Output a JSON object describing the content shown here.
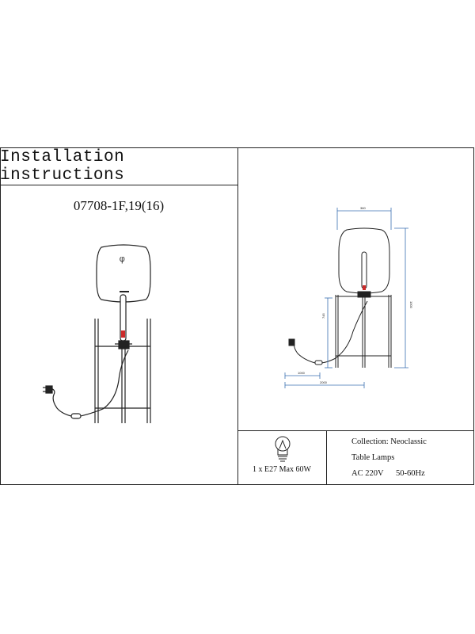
{
  "header": {
    "title": "Installation instructions"
  },
  "product": {
    "model_code": "07708-1F,19(16)"
  },
  "dimensions": {
    "shade_width": "360",
    "total_height": "1000",
    "frame_height": "745",
    "cable_short": "1000",
    "cable_long": "2000"
  },
  "spec": {
    "bulb": "1 x E27 Max 60W"
  },
  "info": {
    "collection": "Collection: Neoclassic",
    "category": "Table Lamps",
    "voltage": "AC 220V",
    "frequency": "50-60Hz"
  },
  "colors": {
    "line": "#222222",
    "dimension": "#3a6fb0",
    "accent": "#cc2a2a"
  }
}
